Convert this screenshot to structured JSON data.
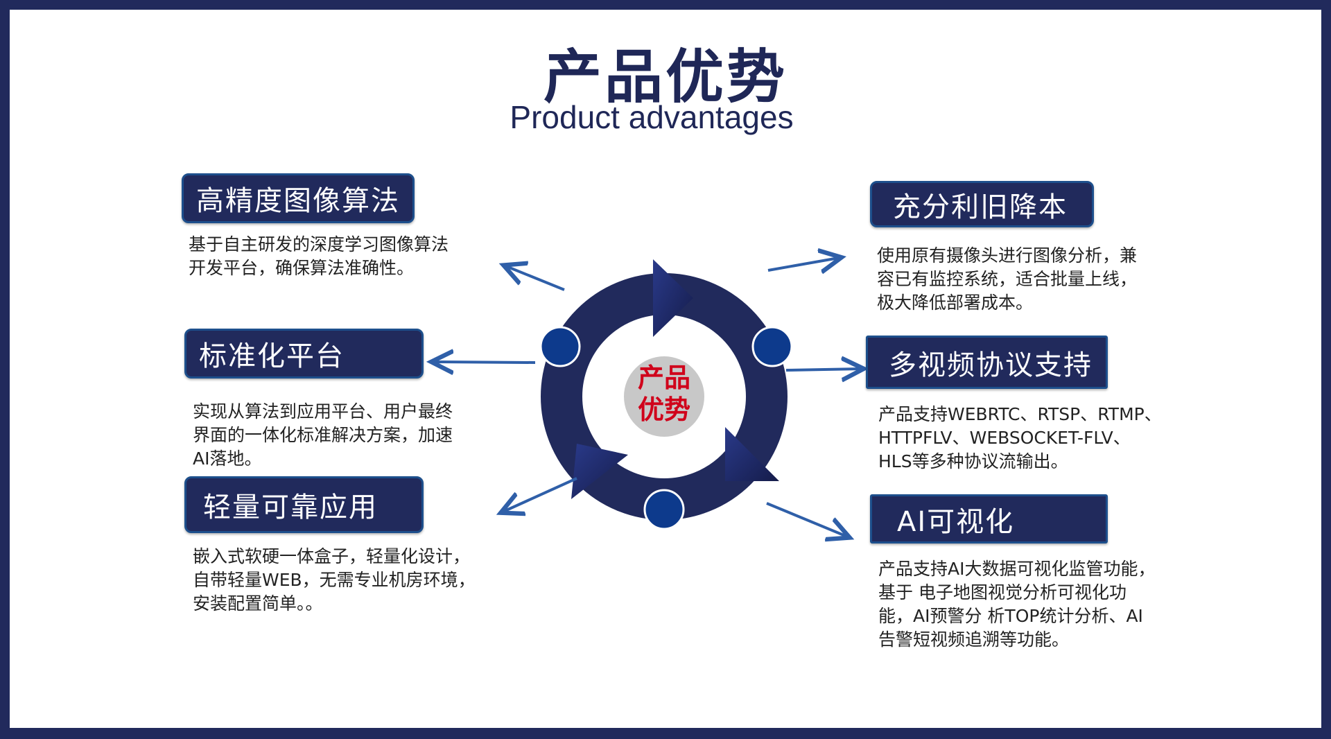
{
  "title": "产品优势",
  "subtitle": "Product advantages",
  "center_label": "产品\n优势",
  "center_line1": "产品",
  "center_line2": "优势",
  "features": [
    {
      "title": "高精度图像算法",
      "desc": "基于自主研发的深度学习图像算法\n开发平台，确保算法准确性。"
    },
    {
      "title": "标准化平台",
      "desc": "实现从算法到应用平台、用户最终\n界面的一体化标准解决方案，加速\nAI落地。"
    },
    {
      "title": "轻量可靠应用",
      "desc": "嵌入式软硬一体盒子，轻量化设计，\n自带轻量WEB，无需专业机房环境，\n安装配置简单。。"
    },
    {
      "title": "充分利旧降本",
      "desc": "使用原有摄像头进行图像分析，兼\n容已有监控系统，适合批量上线，\n极大降低部署成本。"
    },
    {
      "title": "多视频协议支持",
      "desc": "产品支持WEBRTC、RTSP、RTMP、\nHTTPFLV、WEBSOCKET-FLV、\nHLS等多种协议流输出。"
    },
    {
      "title": "AI可视化",
      "desc": "产品支持AI大数据可视化监管功能，\n基于 电子地图视觉分析可视化功\n能，AI预警分 析TOP统计分析、AI\n告警短视频追溯等功能。"
    }
  ],
  "colors": {
    "navy": "#212a5c",
    "accent_red": "#d0021b",
    "arrow_blue": "#2f5fa8",
    "center_gray": "#c8c8c8"
  }
}
